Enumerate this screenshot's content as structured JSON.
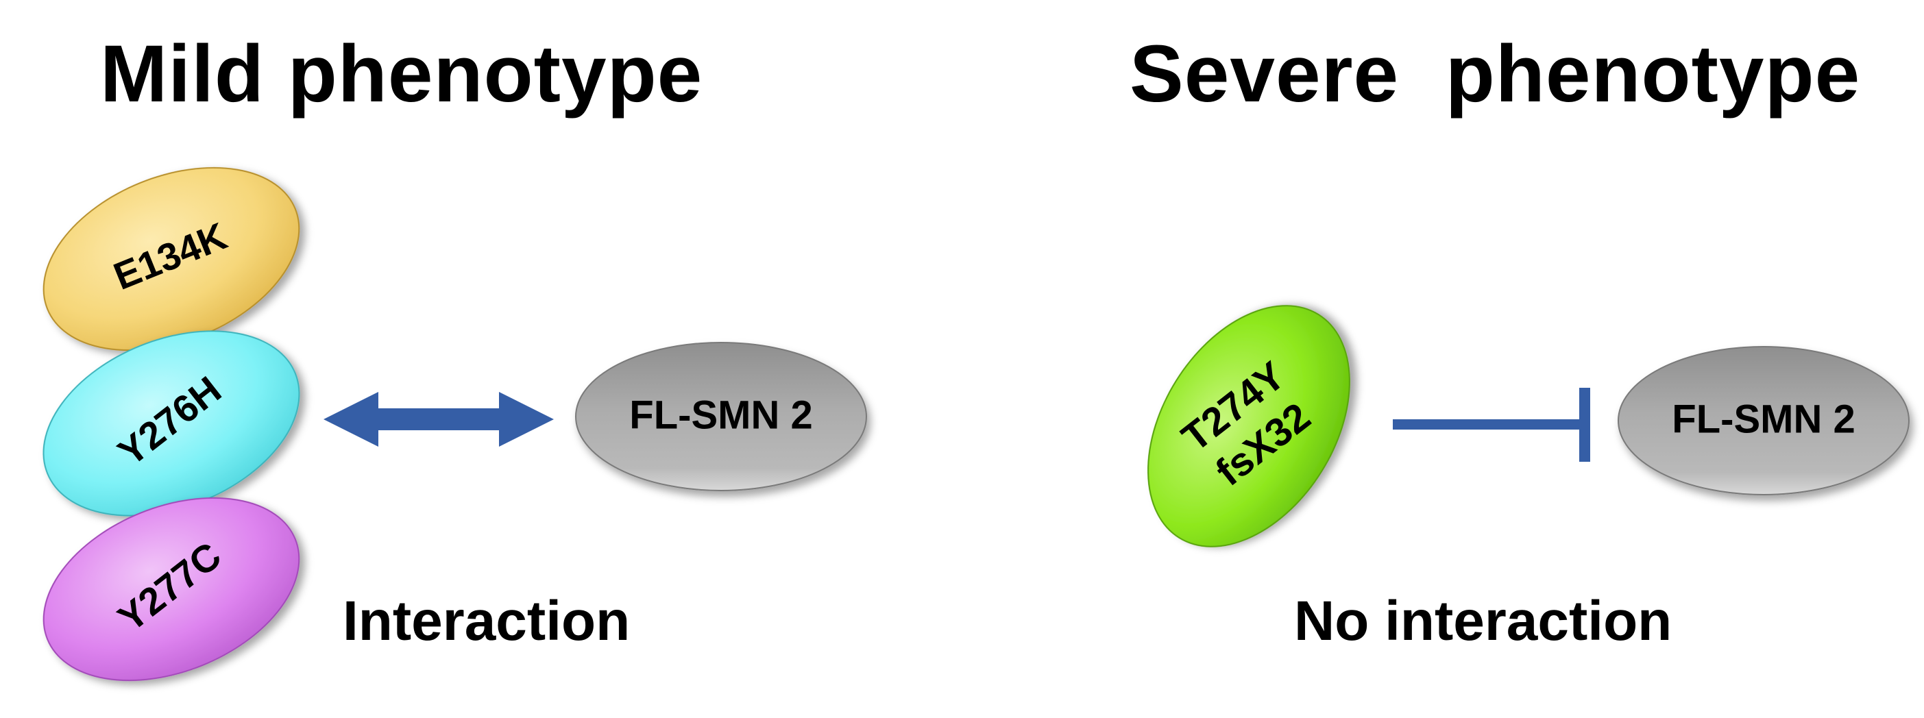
{
  "mild": {
    "title": "Mild phenotype",
    "mutants": [
      {
        "label": "E134K",
        "color": "#f6d77a"
      },
      {
        "label": "Y276H",
        "color": "#7ff2f7"
      },
      {
        "label": "Y277C",
        "color": "#de84ef"
      }
    ],
    "partner": {
      "label": "FL-SMN 2",
      "color": "#a6a6a6"
    },
    "caption": "Interaction",
    "arrow_color": "#355ea6"
  },
  "severe": {
    "title": "Severe  phenotype",
    "mutant": {
      "label_lines": [
        "T274Y",
        "fsX32"
      ],
      "color": "#8fe81e"
    },
    "partner": {
      "label": "FL-SMN 2",
      "color": "#a6a6a6"
    },
    "caption": "No interaction",
    "inhibitor_color": "#355ea6"
  }
}
